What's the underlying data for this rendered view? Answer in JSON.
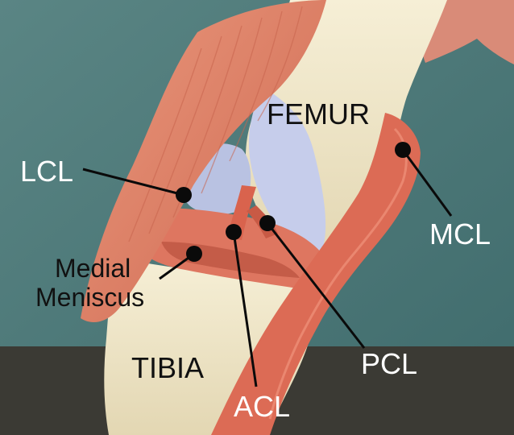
{
  "labels": {
    "femur": "FEMUR",
    "lcl": "LCL",
    "mcl": "MCL",
    "medial_line1": "Medial",
    "medial_line2": "Meniscus",
    "tibia": "TIBIA",
    "pcl": "PCL",
    "acl": "ACL"
  },
  "colors": {
    "background_teal": "#4f7a7a",
    "muscle": "#e07d63",
    "bone": "#efe6c9",
    "cartilage": "#c8d0ee",
    "ligament": "#d96650",
    "pointer": "#0a0a0a"
  }
}
